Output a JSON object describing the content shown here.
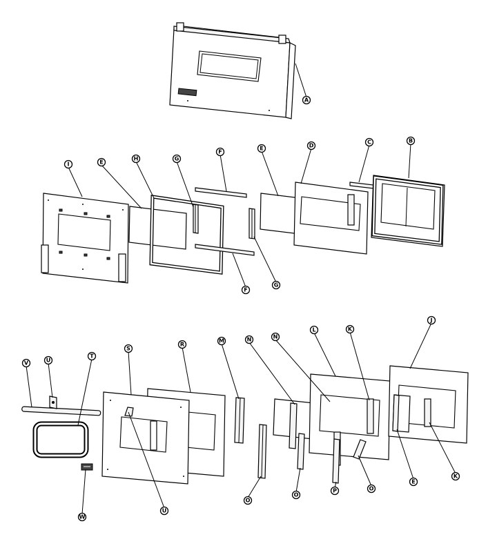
{
  "callouts": [
    {
      "id": "A",
      "letter": "A"
    },
    {
      "id": "B",
      "letter": "B"
    },
    {
      "id": "C",
      "letter": "C"
    },
    {
      "id": "D",
      "letter": "D"
    },
    {
      "id": "E1",
      "letter": "E"
    },
    {
      "id": "F1",
      "letter": "F"
    },
    {
      "id": "G1",
      "letter": "G"
    },
    {
      "id": "H",
      "letter": "H"
    },
    {
      "id": "E2",
      "letter": "E"
    },
    {
      "id": "I",
      "letter": "I"
    },
    {
      "id": "F2",
      "letter": "F"
    },
    {
      "id": "G2",
      "letter": "G"
    },
    {
      "id": "V",
      "letter": "V"
    },
    {
      "id": "U1",
      "letter": "U"
    },
    {
      "id": "T",
      "letter": "T"
    },
    {
      "id": "S",
      "letter": "S"
    },
    {
      "id": "R",
      "letter": "R"
    },
    {
      "id": "N1",
      "letter": "N"
    },
    {
      "id": "M",
      "letter": "M"
    },
    {
      "id": "N2",
      "letter": "N"
    },
    {
      "id": "L",
      "letter": "L"
    },
    {
      "id": "K1",
      "letter": "K"
    },
    {
      "id": "J",
      "letter": "J"
    },
    {
      "id": "W",
      "letter": "W"
    },
    {
      "id": "U2",
      "letter": "U"
    },
    {
      "id": "O1",
      "letter": "O"
    },
    {
      "id": "O2",
      "letter": "O"
    },
    {
      "id": "P",
      "letter": "P"
    },
    {
      "id": "O3",
      "letter": "O"
    },
    {
      "id": "E3",
      "letter": "E"
    },
    {
      "id": "K2",
      "letter": "K"
    }
  ]
}
